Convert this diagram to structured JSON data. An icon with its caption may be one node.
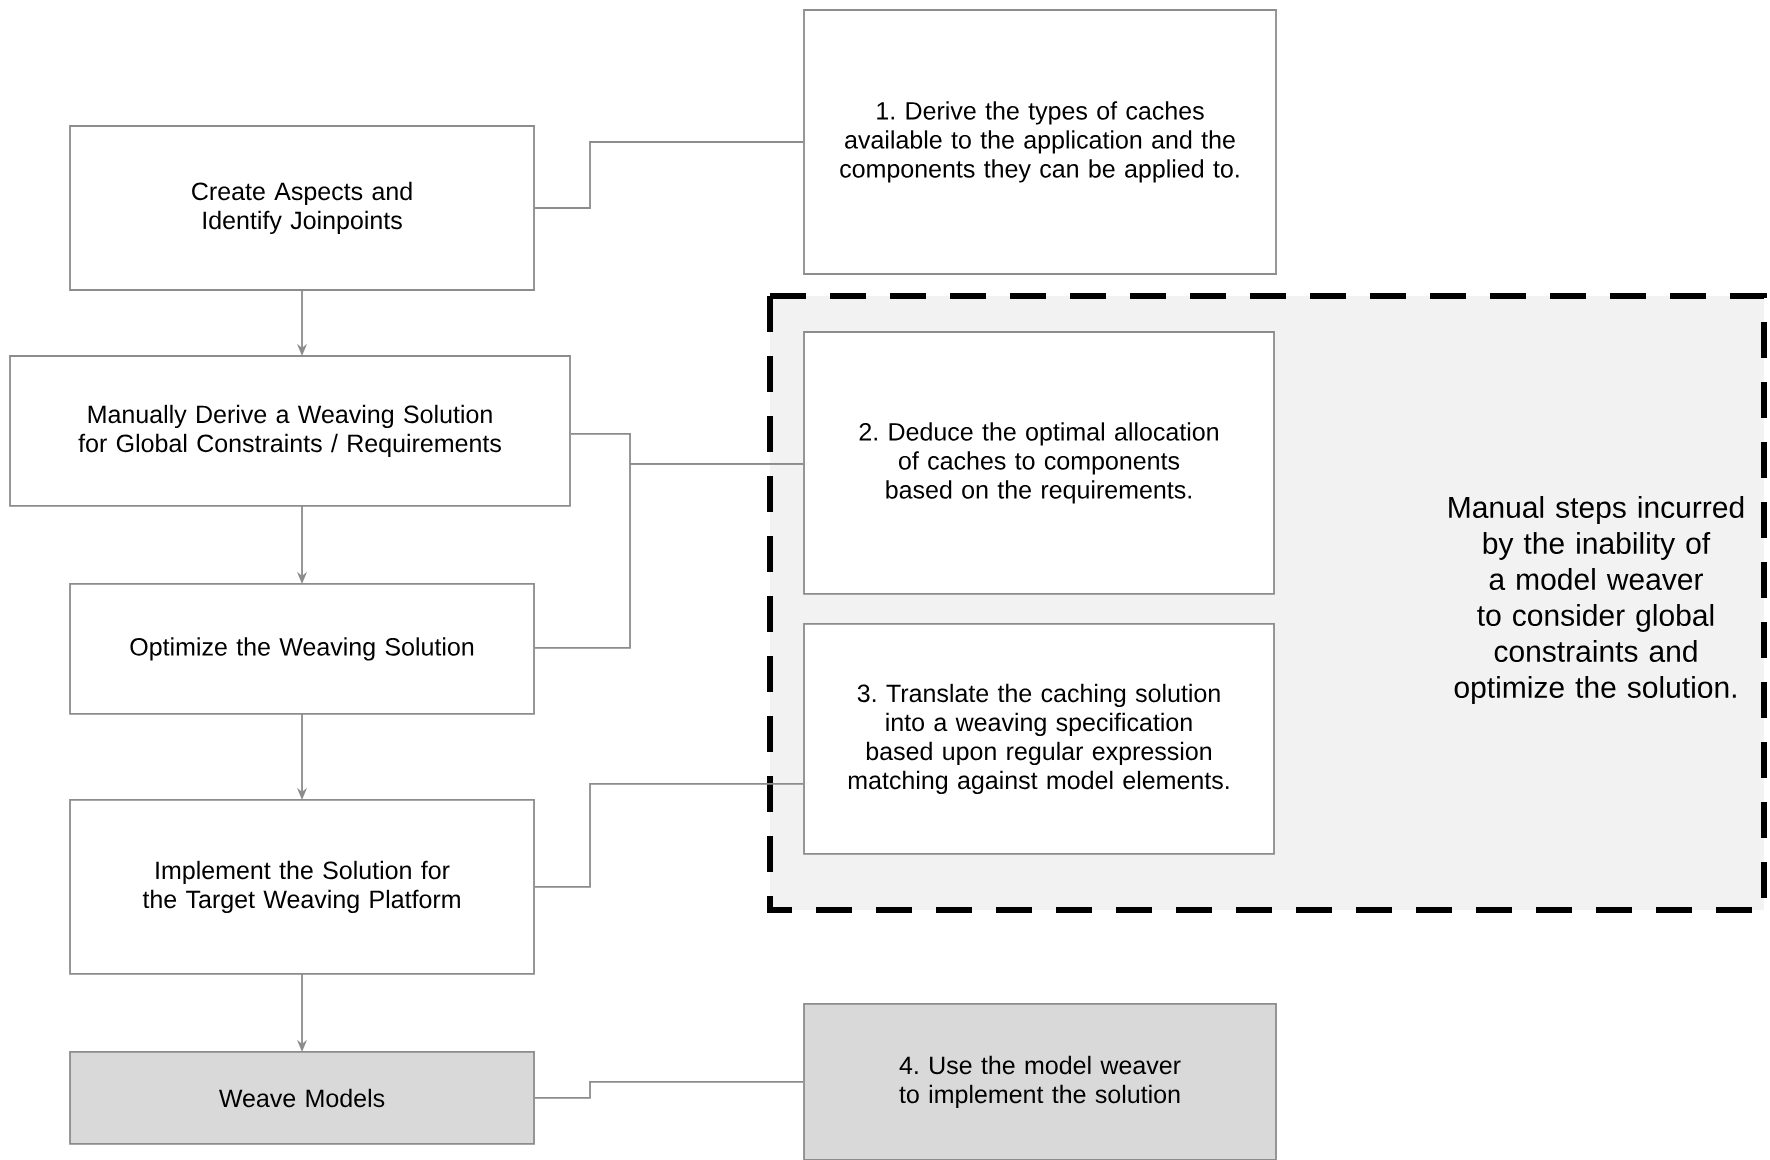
{
  "diagram": {
    "nodes": [
      {
        "text": [
          "Create Aspects and Identify Joinpoints"
        ]
      },
      {
        "text": [
          "Manually Derive a Weaving Solution for Global Constraints / Requirements"
        ]
      },
      {
        "text": [
          "Optimize the Weaving Solution"
        ]
      },
      {
        "text": [
          "Implement the Solution for the Target Weaving Platform"
        ]
      },
      {
        "text": [
          "Weave Models"
        ]
      },
      {
        "text": [
          "1. Derive the types of caches available to the application and the components they can be applied to."
        ]
      },
      {
        "text": [
          "Manual steps incurred by the inability of a model weaver to consider global constraints and optimize the solution."
        ]
      },
      {
        "text": [
          "2. Deduce the optimal allocation of caches to components based on the requirements."
        ],
        "in": 6
      },
      {
        "text": [
          "3. Translate the caching solution into a weaving specification based upon regular expression matching against model elements."
        ],
        "in": 6
      },
      {
        "text": [
          "4. Use the model weaver to implement the solution"
        ]
      }
    ],
    "edges": [
      {
        "from": 0,
        "to": 1,
        "arrow": "to"
      },
      {
        "from": 1,
        "to": 2,
        "arrow": "to"
      },
      {
        "from": 2,
        "to": 3,
        "arrow": "to"
      },
      {
        "from": 3,
        "to": 4,
        "arrow": "to"
      },
      {
        "from": 0,
        "to": 5,
        "arrow": "none"
      },
      {
        "from": 1,
        "to": 7,
        "arrow": "none"
      },
      {
        "from": 2,
        "to": 7,
        "arrow": "none"
      },
      {
        "from": 3,
        "to": 8,
        "arrow": "none"
      },
      {
        "from": 4,
        "to": 9,
        "arrow": "none"
      }
    ]
  }
}
